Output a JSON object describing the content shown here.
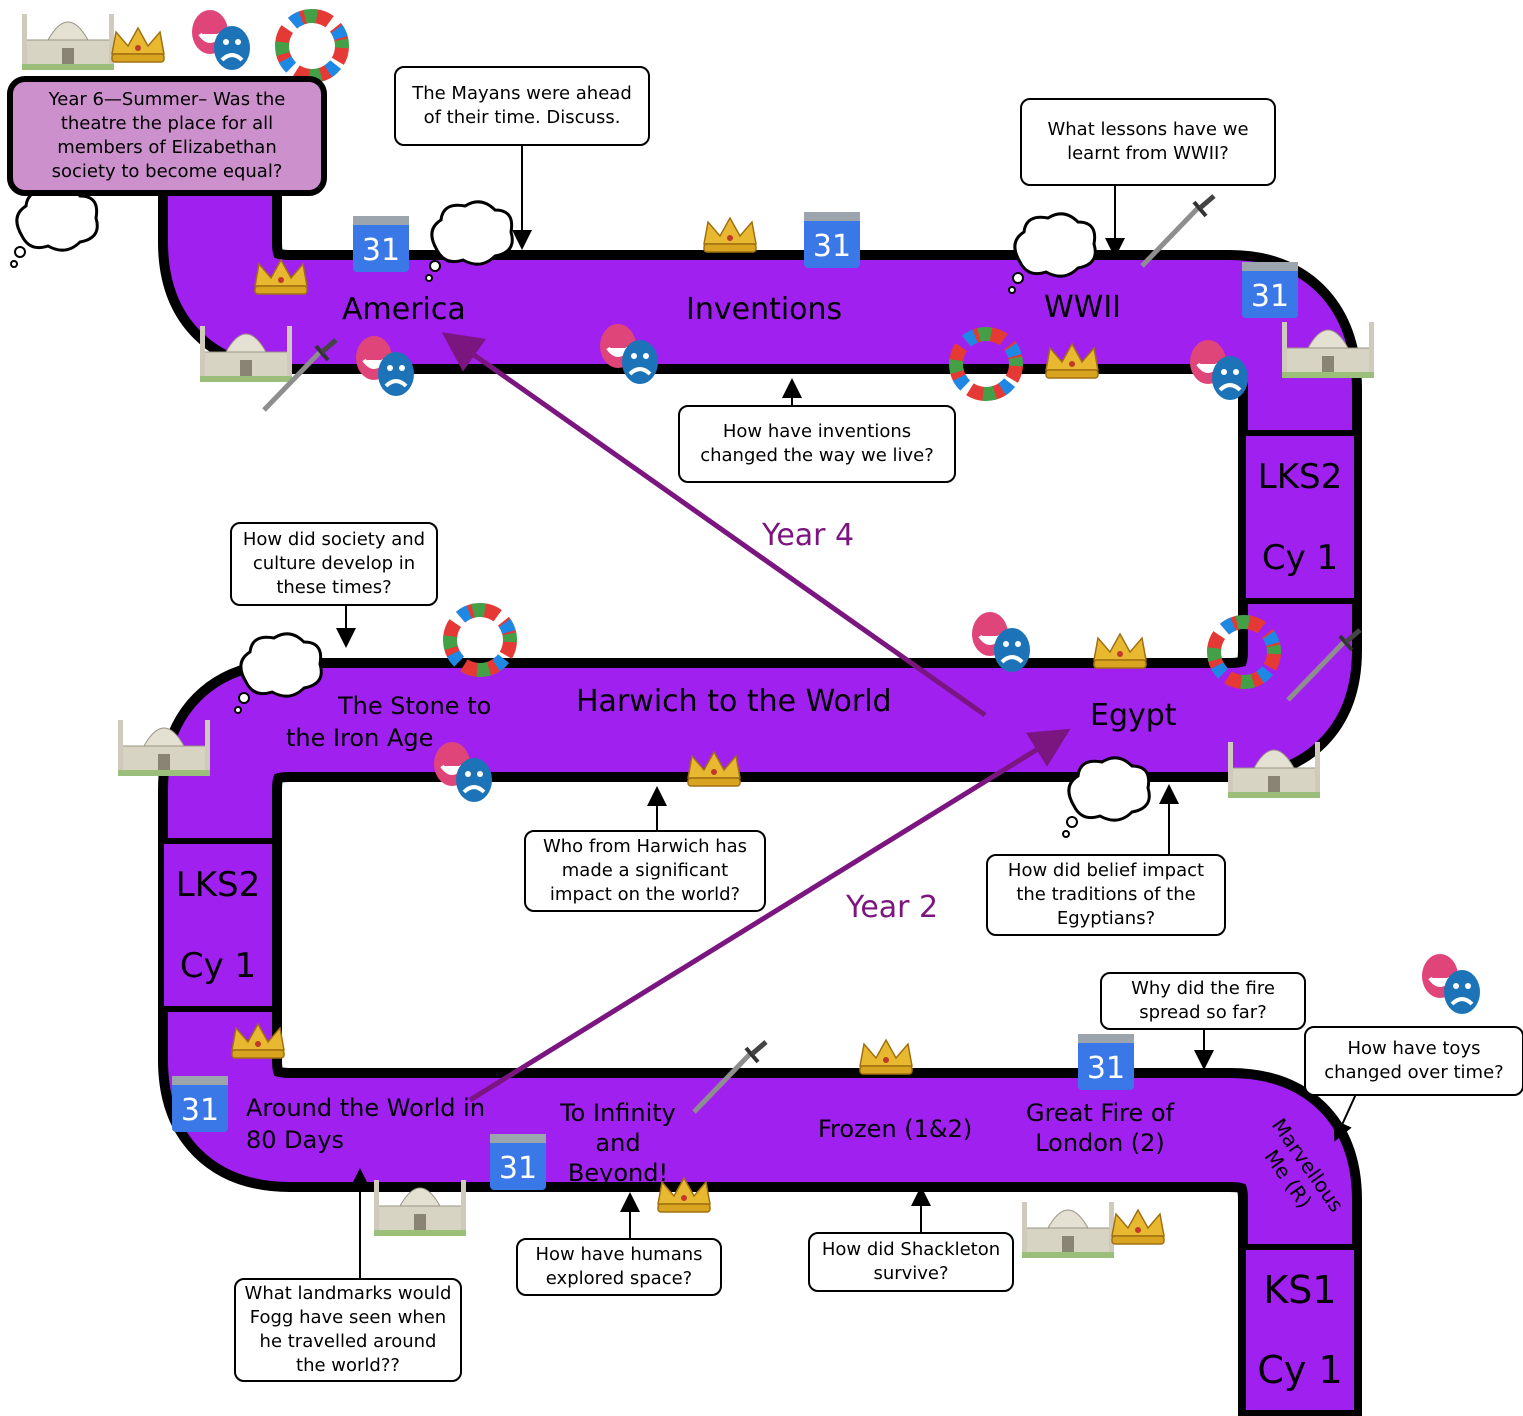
{
  "title": "Year 6—Summer– Was the theatre the place for all members of Elizabethan society to become equal?",
  "colors": {
    "road": "#a020f0",
    "title_bg": "#cc90cc",
    "arrow": "#7b1580",
    "year_label": "#7b1580"
  },
  "stages": {
    "ks1": [
      "KS1",
      "Cy 1"
    ],
    "lks2_left": [
      "LKS2",
      "Cy 1"
    ],
    "lks2_right": [
      "LKS2",
      "Cy 1"
    ]
  },
  "topics": {
    "america": "America",
    "inventions": "Inventions",
    "wwii": "WWII",
    "stone_iron": "The Stone to the Iron Age",
    "harwich": "Harwich to the World",
    "egypt": "Egypt",
    "around_world": "Around the World in 80 Days",
    "infinity": "To Infinity and Beyond!",
    "frozen": "Frozen (1&2)",
    "great_fire": "Great Fire of London (2)",
    "marvellous": "Marvellous Me (R)"
  },
  "questions": {
    "mayans": "The Mayans were ahead of their time. Discuss.",
    "wwii": "What lessons have we learnt from WWII?",
    "inventions": "How have inventions changed the way we live?",
    "society": "How did society and culture develop in these times?",
    "harwich": "Who from Harwich has made a significant impact on the world?",
    "egypt": "How did belief impact the traditions of the Egyptians?",
    "fire": "Why did the fire spread so far?",
    "toys": "How have toys changed over time?",
    "space": "How have humans explored space?",
    "shackleton": "How did Shackleton survive?",
    "fogg": "What landmarks would Fogg have seen when he travelled around the world??"
  },
  "year_labels": {
    "year4": "Year 4",
    "year2": "Year 2"
  },
  "icons": [
    "taj-mahal-icon",
    "crown-icon",
    "theatre-masks-icon",
    "wreath-icon",
    "calendar-icon",
    "sword-icon",
    "thought-bubble-icon"
  ],
  "calendar_day": "31"
}
